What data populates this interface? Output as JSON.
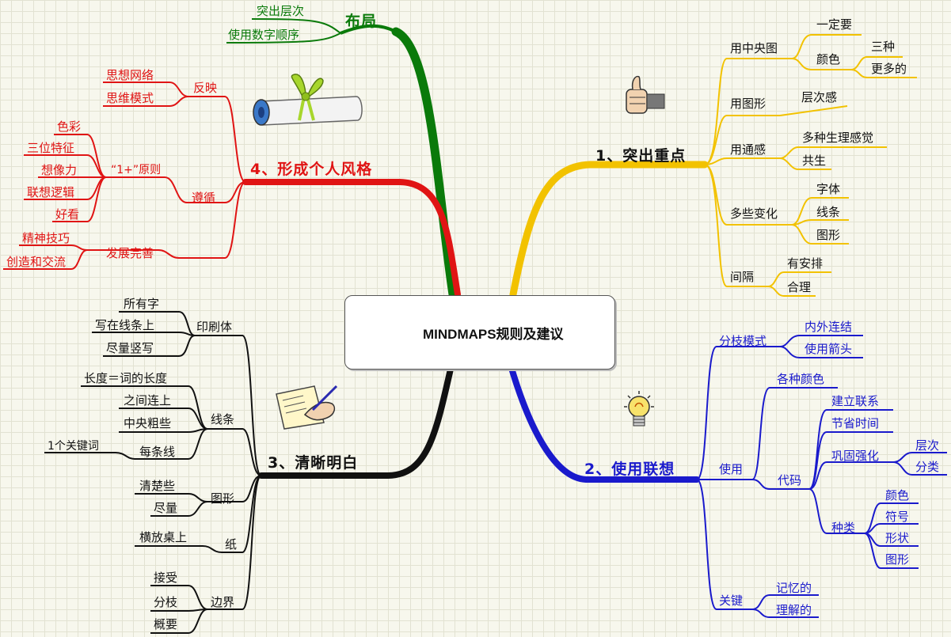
{
  "center": {
    "title": "MINDMAPS规则及建议"
  },
  "branches": {
    "layout": {
      "label": "布局",
      "color": "#0a7a0a",
      "items": [
        "突出层次",
        "使用数字顺序"
      ]
    },
    "emphasis": {
      "label": "1、突出重点",
      "color": "#f2c200",
      "groups": [
        {
          "label": "用中央图",
          "items": [
            "一定要",
            "颜色"
          ],
          "sub": [
            "三种",
            "更多的"
          ]
        },
        {
          "label": "用图形",
          "items": [
            "层次感"
          ]
        },
        {
          "label": "用通感",
          "items": [
            "多种生理感觉",
            "共生"
          ]
        },
        {
          "label": "多些变化",
          "items": [
            "字体",
            "线条",
            "图形"
          ]
        },
        {
          "label": "间隔",
          "items": [
            "有安排",
            "合理"
          ]
        }
      ]
    },
    "association": {
      "label": "2、使用联想",
      "color": "#1a1acc",
      "branch_mode": {
        "label": "分枝模式",
        "items": [
          "内外连结",
          "使用箭头"
        ]
      },
      "use": {
        "label": "使用",
        "colors": "各种颜色",
        "code": {
          "label": "代码",
          "items": [
            "建立联系",
            "节省时间"
          ],
          "consolidate": {
            "label": "巩固强化",
            "items": [
              "层次",
              "分类"
            ]
          },
          "kinds": {
            "label": "种类",
            "items": [
              "颜色",
              "符号",
              "形状",
              "图形"
            ]
          }
        }
      },
      "key": {
        "label": "关键",
        "items": [
          "记忆的",
          "理解的"
        ]
      }
    },
    "clarity": {
      "label": "3、清晰明白",
      "color": "#111111",
      "print": {
        "label": "印刷体",
        "items": [
          "所有字",
          "写在线条上",
          "尽量竖写"
        ]
      },
      "lines": {
        "label": "线条",
        "items": [
          "长度＝词的长度",
          "之间连上",
          "中央粗些",
          "每条线"
        ],
        "sub": "1个关键词"
      },
      "images": {
        "label": "图形",
        "items": [
          "清楚些",
          "尽量"
        ]
      },
      "paper": {
        "label": "纸",
        "items": [
          "横放桌上"
        ]
      },
      "border": {
        "label": "边界",
        "items": [
          "接受",
          "分枝",
          "概要"
        ]
      }
    },
    "style": {
      "label": "4、形成个人风格",
      "color": "#e01414",
      "reflect": {
        "label": "反映",
        "items": [
          "思想网络",
          "思维模式"
        ]
      },
      "follow": {
        "label": "遵循",
        "rule": "“1+”原则",
        "items": [
          "色彩",
          "三位特征",
          "想像力",
          "联想逻辑",
          "好看"
        ]
      },
      "develop": {
        "label": "发展完善",
        "items": [
          "精神技巧",
          "创造和交流"
        ]
      }
    }
  },
  "icons": [
    "thumbs-up-icon",
    "light-bulb-icon",
    "scroll-icon",
    "writing-hand-icon",
    "head-icon"
  ]
}
